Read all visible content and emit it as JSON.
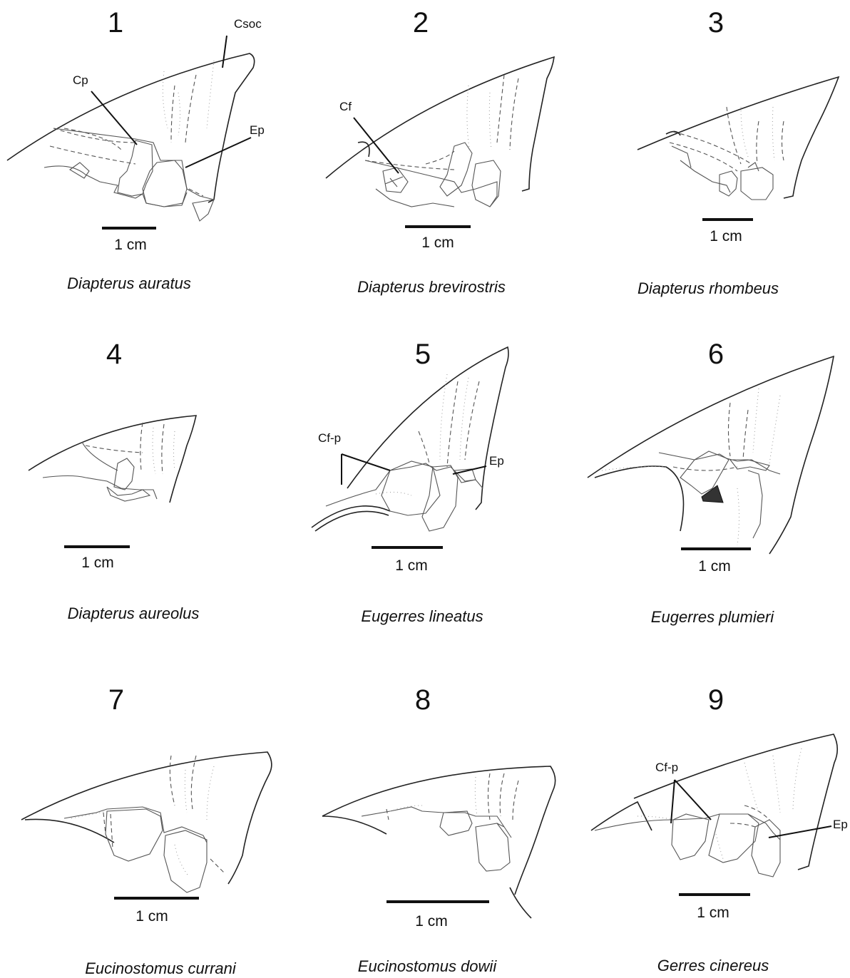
{
  "panels": [
    {
      "number": "1",
      "species": "Diapterus auratus",
      "scale": "1 cm",
      "labels": {
        "csoc": "Csoc",
        "cp": "Cp",
        "ep": "Ep"
      }
    },
    {
      "number": "2",
      "species": "Diapterus brevirostris",
      "scale": "1 cm",
      "labels": {
        "cf": "Cf"
      }
    },
    {
      "number": "3",
      "species": "Diapterus rhombeus",
      "scale": "1 cm"
    },
    {
      "number": "4",
      "species": "Diapterus aureolus",
      "scale": "1 cm"
    },
    {
      "number": "5",
      "species": "Eugerres lineatus",
      "scale": "1 cm",
      "labels": {
        "cfp": "Cf-p",
        "ep": "Ep"
      }
    },
    {
      "number": "6",
      "species": "Eugerres plumieri",
      "scale": "1 cm"
    },
    {
      "number": "7",
      "species": "Eucinostomus currani",
      "scale": "1 cm"
    },
    {
      "number": "8",
      "species": "Eucinostomus dowii",
      "scale": "1 cm"
    },
    {
      "number": "9",
      "species": "Gerres cinereus",
      "scale": "1 cm",
      "labels": {
        "cfp": "Cf-p",
        "ep": "Ep"
      }
    }
  ]
}
